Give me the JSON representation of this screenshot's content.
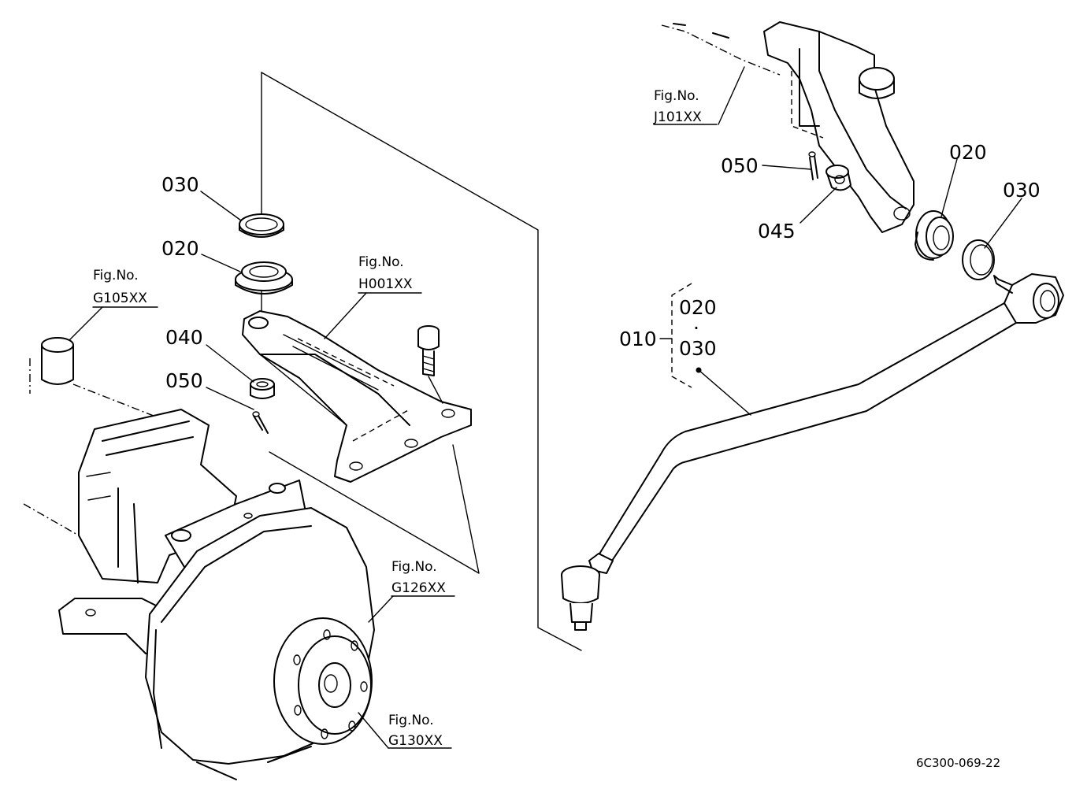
{
  "labels": {
    "left_030": "030",
    "left_020": "020",
    "left_040": "040",
    "left_050": "050",
    "right_050": "050",
    "right_045": "045",
    "right_020": "020",
    "right_030": "030",
    "assembly_010": "010",
    "bracket_020": "020",
    "bracket_dot": "·",
    "bracket_030": "030"
  },
  "figure_refs": {
    "g105": {
      "line1": "Fig.No.",
      "line2": "G105XX"
    },
    "h001": {
      "line1": "Fig.No.",
      "line2": "H001XX"
    },
    "j101": {
      "line1": "Fig.No.",
      "line2": "J101XX"
    },
    "g126": {
      "line1": "Fig.No.",
      "line2": "G126XX"
    },
    "g130": {
      "line1": "Fig.No.",
      "line2": "G130XX"
    }
  },
  "drawing_code": "6C300-069-22"
}
